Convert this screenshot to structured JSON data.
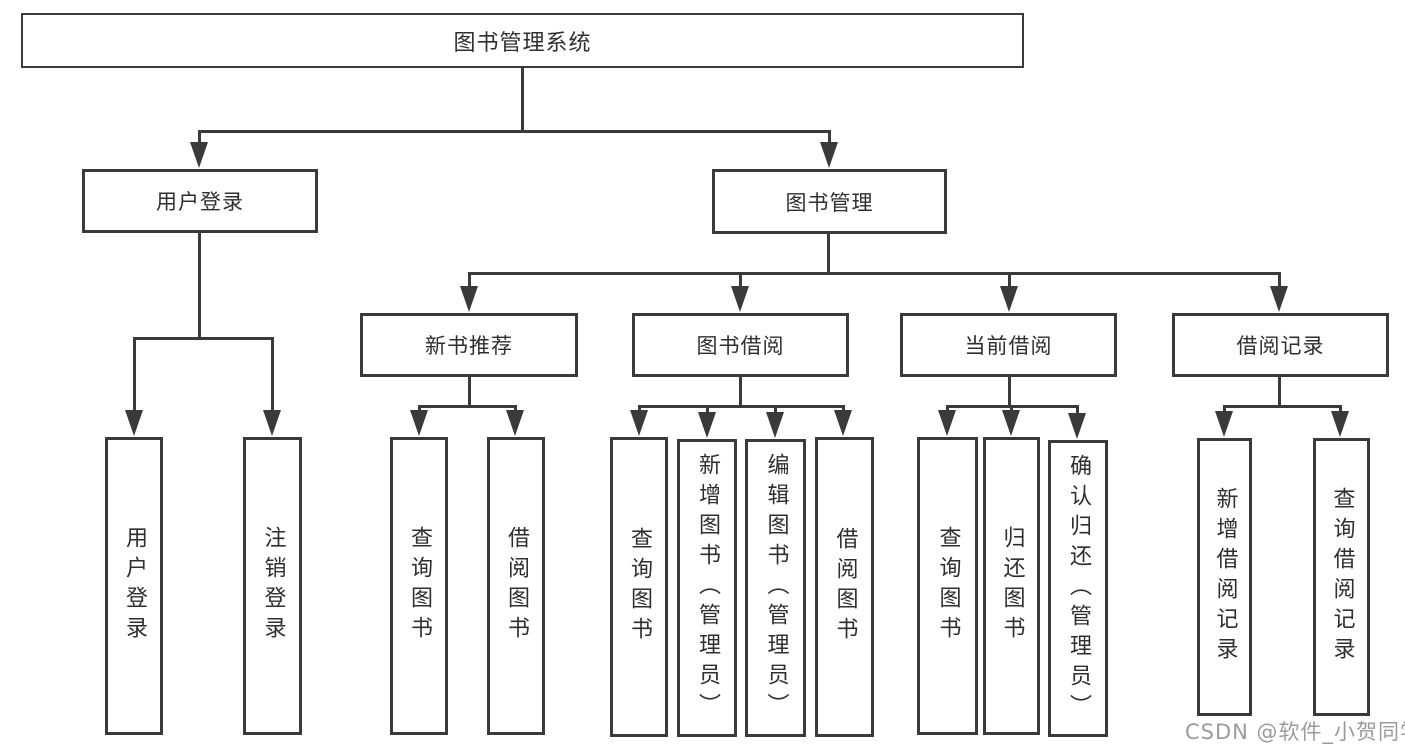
{
  "diagram": {
    "root": {
      "label": "图书管理系统"
    },
    "level2": [
      {
        "label": "用户登录"
      },
      {
        "label": "图书管理"
      }
    ],
    "level3": [
      {
        "label": "新书推荐"
      },
      {
        "label": "图书借阅"
      },
      {
        "label": "当前借阅"
      },
      {
        "label": "借阅记录"
      }
    ],
    "leaves": {
      "login": [
        "用户登录",
        "注销登录"
      ],
      "newbook": [
        "查询图书",
        "借阅图书"
      ],
      "borrow": [
        "查询图书",
        "新增图书（管理员）",
        "编辑图书（管理员）",
        "借阅图书"
      ],
      "current": [
        "查询图书",
        "归还图书",
        "确认归还（管理员）"
      ],
      "records": [
        "新增借阅记录",
        "查询借阅记录"
      ]
    }
  },
  "watermark": {
    "text": "CSDN @软件_小贺同学"
  },
  "colors": {
    "line": "#3a3a3a",
    "text": "#2f2f2f",
    "watermark": "#9b9b9b",
    "background": "#ffffff"
  }
}
